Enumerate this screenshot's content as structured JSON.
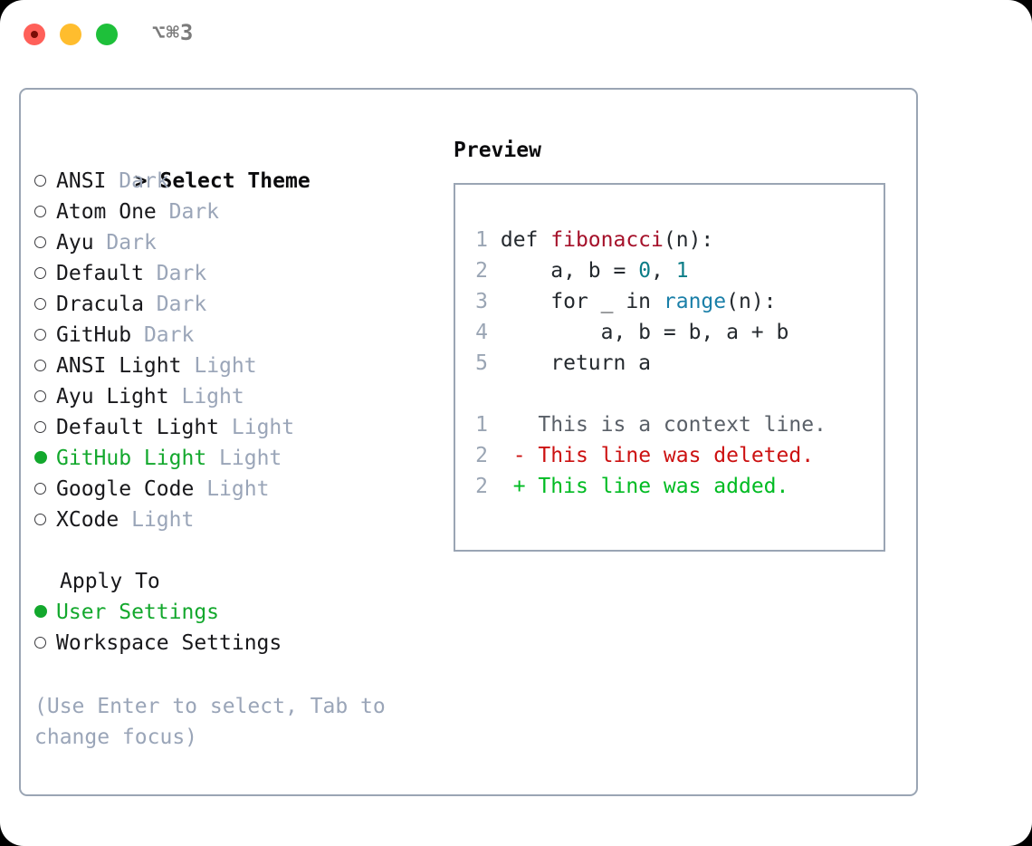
{
  "window": {
    "title": "⌥⌘3",
    "controls": [
      "close",
      "minimize",
      "maximize"
    ]
  },
  "theme_picker": {
    "caret": ">",
    "heading": "Select Theme",
    "items": [
      {
        "name": "ANSI",
        "tag": "Dark",
        "selected": false
      },
      {
        "name": "Atom One",
        "tag": "Dark",
        "selected": false
      },
      {
        "name": "Ayu",
        "tag": "Dark",
        "selected": false
      },
      {
        "name": "Default",
        "tag": "Dark",
        "selected": false
      },
      {
        "name": "Dracula",
        "tag": "Dark",
        "selected": false
      },
      {
        "name": "GitHub",
        "tag": "Dark",
        "selected": false
      },
      {
        "name": "ANSI Light",
        "tag": "Light",
        "selected": false
      },
      {
        "name": "Ayu Light",
        "tag": "Light",
        "selected": false
      },
      {
        "name": "Default Light",
        "tag": "Light",
        "selected": false
      },
      {
        "name": "GitHub Light",
        "tag": "Light",
        "selected": true
      },
      {
        "name": "Google Code",
        "tag": "Light",
        "selected": false
      },
      {
        "name": "XCode",
        "tag": "Light",
        "selected": false
      }
    ]
  },
  "apply_to": {
    "heading": "Apply To",
    "items": [
      {
        "name": "User Settings",
        "selected": true
      },
      {
        "name": "Workspace Settings",
        "selected": false
      }
    ]
  },
  "hint": "(Use Enter to select, Tab to change focus)",
  "preview": {
    "title": "Preview",
    "code_lines": [
      {
        "num": "1",
        "tokens": [
          {
            "text": "def ",
            "cls": "tok-kw"
          },
          {
            "text": "fibonacci",
            "cls": "tok-fn"
          },
          {
            "text": "(n):",
            "cls": "tok-txt"
          }
        ]
      },
      {
        "num": "2",
        "tokens": [
          {
            "text": "    a, b = ",
            "cls": "tok-txt"
          },
          {
            "text": "0",
            "cls": "tok-num"
          },
          {
            "text": ", ",
            "cls": "tok-txt"
          },
          {
            "text": "1",
            "cls": "tok-num"
          }
        ]
      },
      {
        "num": "3",
        "tokens": [
          {
            "text": "    for _ in ",
            "cls": "tok-txt"
          },
          {
            "text": "range",
            "cls": "tok-bi"
          },
          {
            "text": "(n):",
            "cls": "tok-txt"
          }
        ]
      },
      {
        "num": "4",
        "tokens": [
          {
            "text": "        a, b = b, a + b",
            "cls": "tok-txt"
          }
        ]
      },
      {
        "num": "5",
        "tokens": [
          {
            "text": "    return a",
            "cls": "tok-txt"
          }
        ]
      }
    ],
    "diff_lines": [
      {
        "num": "1",
        "marker": " ",
        "text": "This is a context line.",
        "cls": "tok-ctx"
      },
      {
        "num": "2",
        "marker": "-",
        "text": "This line was deleted.",
        "cls": "tok-del"
      },
      {
        "num": "2",
        "marker": "+",
        "text": "This line was added.",
        "cls": "tok-add"
      }
    ]
  },
  "colors": {
    "accent_green": "#13a82d",
    "border_gray": "#9aa5b4",
    "muted_text": "#9aa5b8",
    "fn_red": "#a5112a",
    "builtin_blue": "#1a7fa8",
    "number_teal": "#0b7d87",
    "diff_delete": "#cc1111",
    "diff_add": "#00bb22",
    "close_red": "#ff6059",
    "min_yellow": "#ffbd2e",
    "max_green": "#1ec03a"
  }
}
